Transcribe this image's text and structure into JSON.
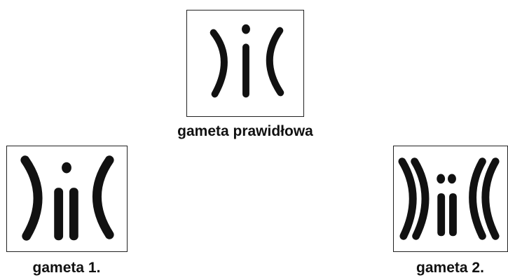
{
  "gametes": [
    {
      "caption": "gameta prawidłowa"
    },
    {
      "caption": "gameta 1."
    },
    {
      "caption": "gameta 2."
    }
  ],
  "colors": {
    "chromosome": "#111111",
    "frame": "#222222",
    "background": "#ffffff"
  }
}
